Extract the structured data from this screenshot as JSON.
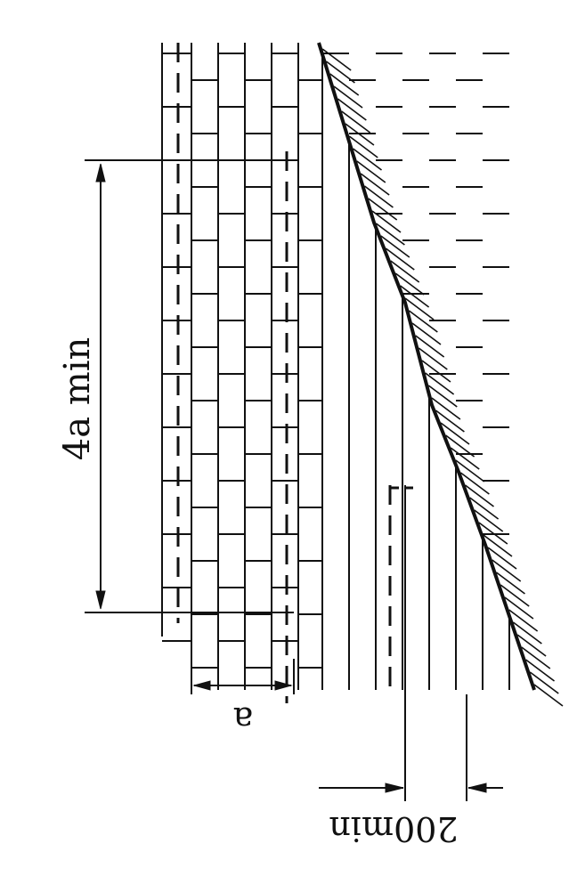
{
  "labels": {
    "spacing_4a": "4a min",
    "spacing_a": "a",
    "offset_200": "200min"
  },
  "colors": {
    "ink": "#111111",
    "paper": "#ffffff"
  }
}
